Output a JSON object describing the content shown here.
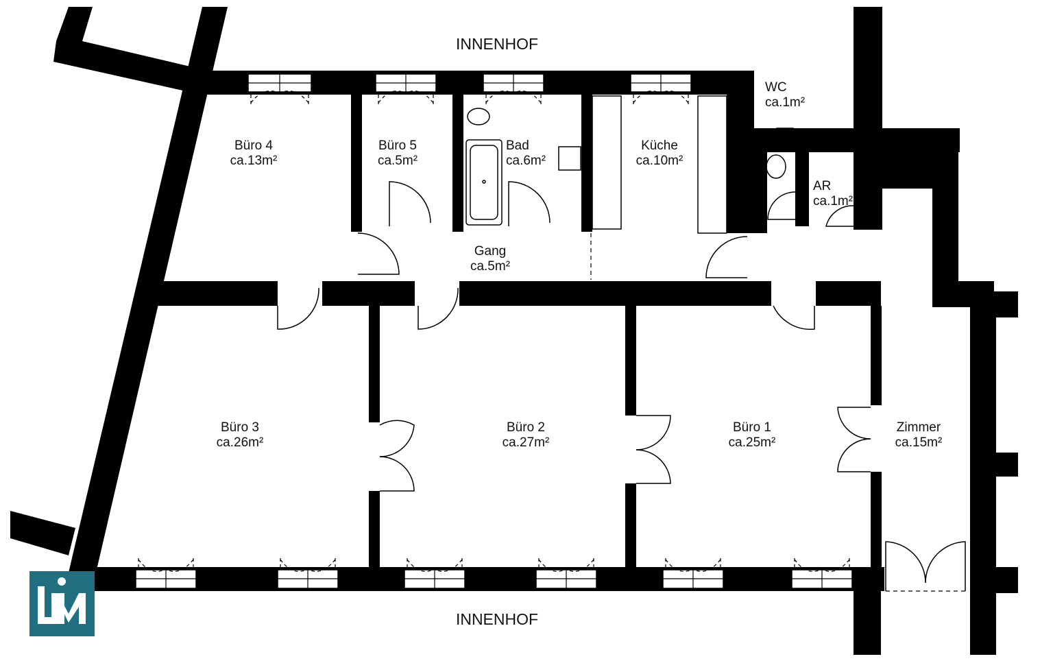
{
  "courtyard": {
    "top": "INNENHOF",
    "bottom": "INNENHOF"
  },
  "rooms": {
    "buero4": {
      "name": "Büro 4",
      "area": "ca.13m²"
    },
    "buero5": {
      "name": "Büro 5",
      "area": "ca.5m²"
    },
    "bad": {
      "name": "Bad",
      "area": "ca.6m²"
    },
    "kueche": {
      "name": "Küche",
      "area": "ca.10m²"
    },
    "wc": {
      "name": "WC",
      "area": "ca.1m²"
    },
    "ar": {
      "name": "AR",
      "area": "ca.1m²"
    },
    "gang": {
      "name": "Gang",
      "area": "ca.5m²"
    },
    "buero3": {
      "name": "Büro 3",
      "area": "ca.26m²"
    },
    "buero2": {
      "name": "Büro 2",
      "area": "ca.27m²"
    },
    "buero1": {
      "name": "Büro 1",
      "area": "ca.25m²"
    },
    "zimmer": {
      "name": "Zimmer",
      "area": "ca.15m²"
    }
  },
  "colors": {
    "wall": "#000000",
    "logo_bg": "#1f6f80",
    "logo_fg": "#ffffff"
  },
  "logo": {
    "icon": "lim-logo-icon"
  }
}
